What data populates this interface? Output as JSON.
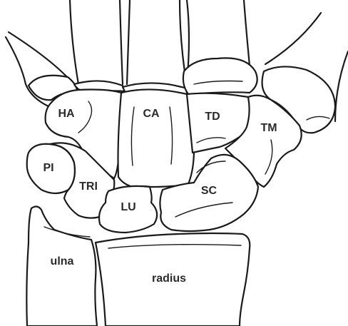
{
  "labels": {
    "hamate": "HA",
    "capitate": "CA",
    "trapezoid": "TD",
    "trapezium": "TM",
    "pisiform": "PI",
    "triquetrum": "TRI",
    "lunate": "LU",
    "scaphoid": "SC",
    "ulna": "ulna",
    "radius": "radius"
  },
  "colors": {
    "line": "#1a1a1a",
    "label": "#2a2a2a",
    "background": "#ffffff"
  }
}
